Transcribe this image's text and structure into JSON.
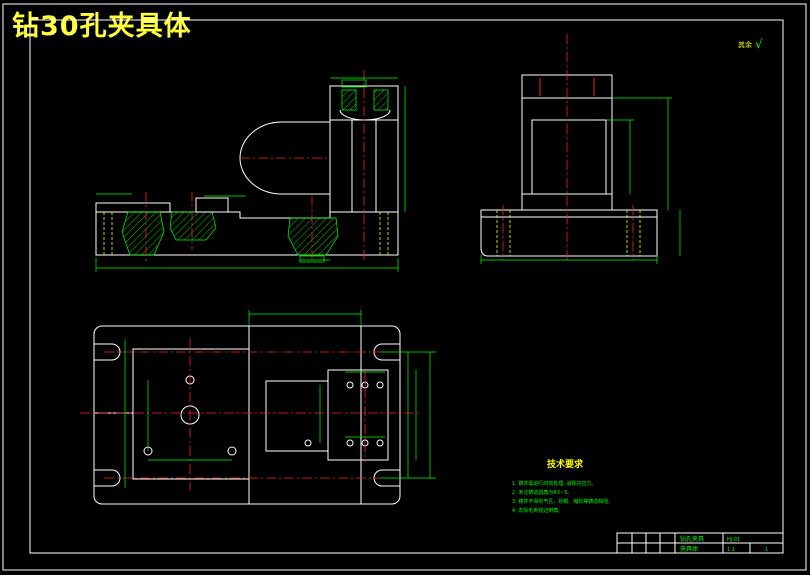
{
  "title": "钻30孔夹具体",
  "roughness": {
    "label": "其余",
    "symbol": "√"
  },
  "tech_requirements": {
    "heading": "技术要求",
    "items": [
      "1. 铸件需进行时效处理, 消除内应力。",
      "2. 未注铸造圆角为R3~5。",
      "3. 铸件不得有气孔、砂眼、缩松等铸造缺陷。",
      "4. 去除毛刺锐边倒角。"
    ]
  },
  "title_block": {
    "part_name": "钻孔夹具",
    "part_sub": "夹具体",
    "drawing_no": "HJ-01",
    "scale": "1:1",
    "sheet": "1"
  },
  "colors": {
    "background": "#000000",
    "outline": "#ffffff",
    "dimension": "#00ff00",
    "centerline": "#ff2020",
    "title": "#ffff3c"
  }
}
